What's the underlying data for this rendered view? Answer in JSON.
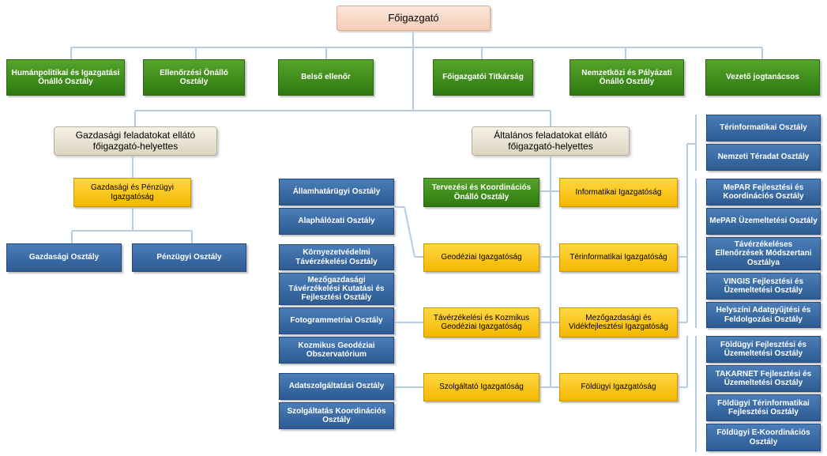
{
  "org": {
    "top": "Főigazgató",
    "top_row": [
      "Humánpolitikai  és Igazgatási  Önálló Osztály",
      "Ellenőrzési Önálló Osztály",
      "Belső ellenőr",
      "Főigazgatói Titkárság",
      "Nemzetközi és Pályázati Önálló Osztály",
      "Vezető jogtanácsos"
    ],
    "deputies": [
      "Gazdasági feladatokat ellátó főigazgató-helyettes",
      "Általános feladatokat ellátó főigazgató-helyettes"
    ],
    "gazdasagi_igazgatosag": "Gazdasági és Pénzügyi Igazgatóság",
    "gazdasagi_osztalyok": [
      "Gazdasági Osztály",
      "Pénzügyi Osztály"
    ],
    "center_left": [
      "Tervezési és Koordinációs Önálló Osztály",
      "Geodéziai Igazgatóság",
      "Távérzékelési és Kozmikus Geodéziai Igazgatóság",
      "Szolgáltató Igazgatóság"
    ],
    "center_right": [
      "Informatikai Igazgatóság",
      "Térinformatikai Igazgatóság",
      "Mezőgazdasági és Vidékfejlesztési Igazgatóság",
      "Földügyi Igazgatóság"
    ],
    "left_blue_a": [
      "Államhatárügyi Osztály",
      "Alaphálózati Osztály"
    ],
    "left_blue_b": [
      "Környezetvédelmi Távérzékelési Osztály",
      "Mezőgazdasági Távérzékelési Kutatási és Fejlesztési Osztály",
      "Fotogrammetriai Osztály",
      "Kozmikus Geodéziai Obszervatórium"
    ],
    "left_blue_c": [
      "Adatszolgáltatási Osztály",
      "Szolgáltatás Koordinációs Osztály"
    ],
    "right_blue_a": [
      "Térinformatikai Osztály",
      "Nemzeti Téradat Osztály"
    ],
    "right_blue_b": [
      "MePAR Fejlesztési és Koordinációs Osztály",
      "MePAR Üzemeltetési Osztály",
      "Távérzékeléses Ellenőrzések Módszertani Osztálya",
      "VINGIS Fejlesztési és Üzemeltetési Osztály",
      "Helyszíni Adatgyűjtési és Feldolgozási Osztály"
    ],
    "right_blue_c": [
      "Földügyi Fejlesztési és Üzemeltetési Osztály",
      "TAKARNET Fejlesztési és Üzemeltetési Osztály",
      "Földügyi Térinformatikai Fejlesztési Osztály",
      "Földügyi E-Koordinációs Osztály"
    ]
  },
  "colors": {
    "peach": "#f8d8c6",
    "beige": "#ece6d4",
    "green": "#3f8c1c",
    "yellow": "#fcc814",
    "blue": "#376aa6",
    "connector": "#b7cde3"
  }
}
